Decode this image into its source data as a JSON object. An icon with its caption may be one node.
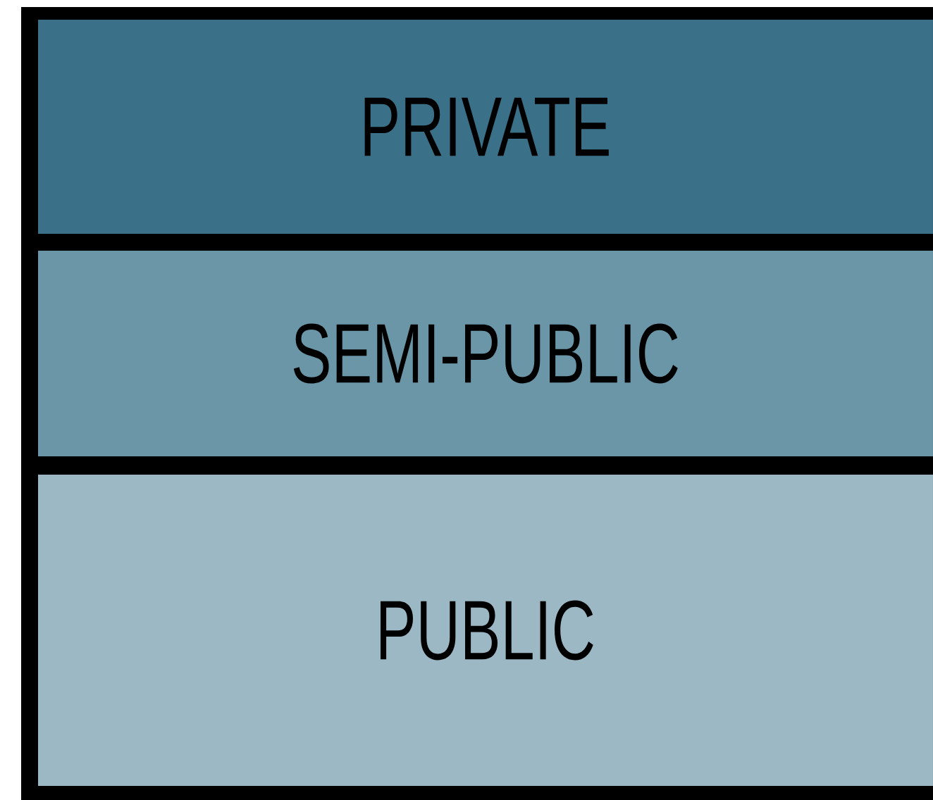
{
  "diagram": {
    "nodes": [
      {
        "text": [
          "PRIVATE"
        ]
      },
      {
        "text": [
          "SEMI-PUBLIC"
        ]
      },
      {
        "text": [
          "PUBLIC"
        ]
      }
    ]
  }
}
